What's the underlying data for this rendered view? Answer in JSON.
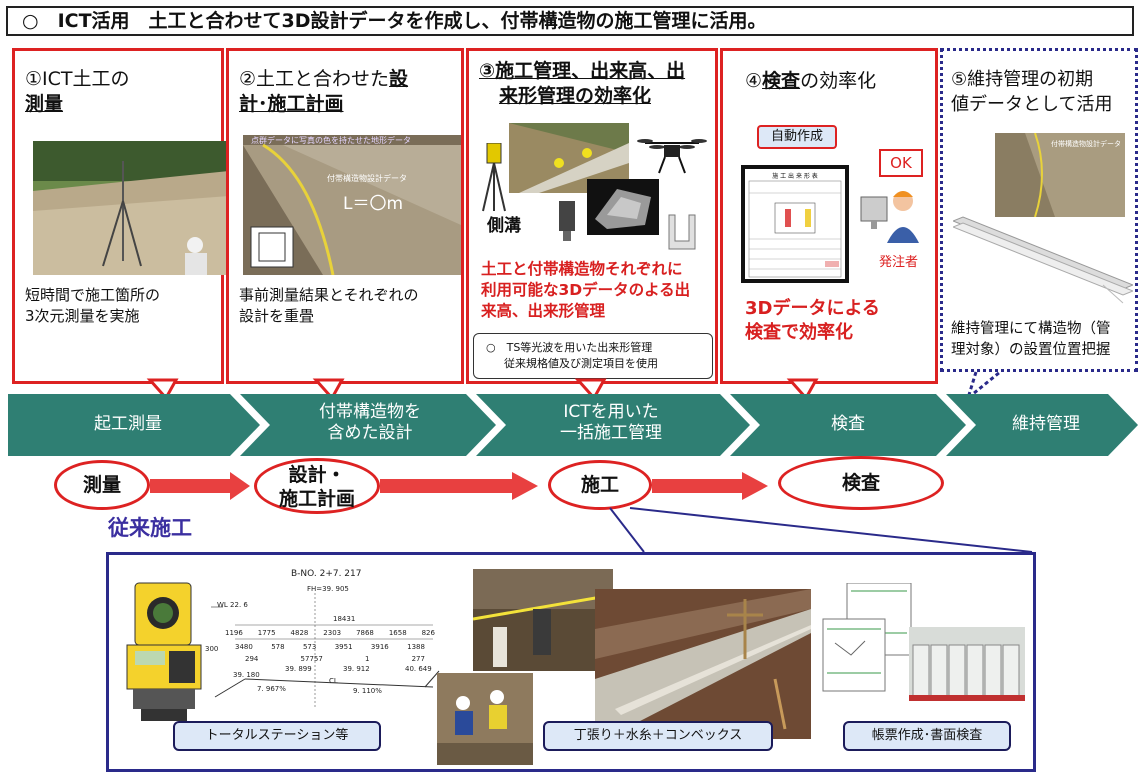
{
  "title": "○　ICT活用　土工と合わせて3D設計データを作成し、付帯構造物の施工管理に活用。",
  "panels": {
    "p1": {
      "title_prefix": "①ICT土工の",
      "title_u": "測量",
      "body1": "短時間で施工箇所の",
      "body2": "3次元測量を実施"
    },
    "p2": {
      "title_prefix": "②土工と合わせた",
      "title_u1": "設",
      "title_u2": "計･施工計画",
      "photo_caption": "点群データに写真の色を持たせた地形データ",
      "photo_label": "付帯構造物設計データ",
      "photo_formula": "L＝〇m",
      "body1": "事前測量結果とそれぞれの",
      "body2": "設計を重畳"
    },
    "p3": {
      "title_u1": "③施工管理、出来高、出",
      "title_u2": "来形管理の効率化",
      "sokko": "側溝",
      "red1": "土工と付帯構造物それぞれに",
      "red2": "利用可能な3Dデータのよる出",
      "red3": "来高、出来形管理",
      "note1": "○　TS等光波を用いた出来形管理",
      "note2": "従来規格値及び測定項目を使用"
    },
    "p4": {
      "title_prefix": "④",
      "title_u": "検査",
      "title_suffix": "の効率化",
      "auto": "自動作成",
      "ok": "OK",
      "sheet_title": "施 工 出 来 形 表",
      "hacchusha": "発注者",
      "red1": "3Dデータによる",
      "red2": "検査で効率化"
    },
    "p5": {
      "title1": "⑤維持管理の初期",
      "title2": "値データとして活用",
      "photo_label": "付帯構造物設計データ",
      "body1": "維持管理にて構造物（管",
      "body2": "理対象）の設置位置把握"
    }
  },
  "steps": [
    {
      "line1": "起工測量",
      "line2": ""
    },
    {
      "line1": "付帯構造物を",
      "line2": "含めた設計"
    },
    {
      "line1": "ICTを用いた",
      "line2": "一括施工管理"
    },
    {
      "line1": "検査",
      "line2": ""
    },
    {
      "line1": "維持管理",
      "line2": ""
    }
  ],
  "conventional": {
    "label": "従来施工",
    "nodes": [
      {
        "line1": "測量",
        "line2": ""
      },
      {
        "line1": "設計・",
        "line2": "施工計画"
      },
      {
        "line1": "施工",
        "line2": ""
      },
      {
        "line1": "検査",
        "line2": ""
      }
    ]
  },
  "bottom": {
    "drawing_top": "B-NO. 2+7. 217",
    "drawing_fh": "FH=39. 905",
    "drawing_wl": "WL 22. 6",
    "dims_top": "18431",
    "dims_row": [
      "1196",
      "1775",
      "4828",
      "2303",
      "7868",
      "1658",
      "826"
    ],
    "dims_row2": [
      "3480",
      "578",
      "573",
      "3951",
      "3916",
      "1388"
    ],
    "dims_row3": [
      "294",
      "57757",
      "1",
      "277"
    ],
    "levels": [
      "39. 180",
      "39. 899",
      "39. 912",
      "40. 649"
    ],
    "slopes": [
      "7. 967%",
      "9. 110%"
    ],
    "side_num": "300",
    "cl": "CL",
    "captions": [
      "トータルステーション等",
      "丁張り＋水糸＋コンベックス",
      "帳票作成･書面検査"
    ]
  },
  "colors": {
    "red": "#d82020",
    "teal": "#2f7f73",
    "navy": "#2a2a8a",
    "caption_bg": "#dde8f7"
  }
}
